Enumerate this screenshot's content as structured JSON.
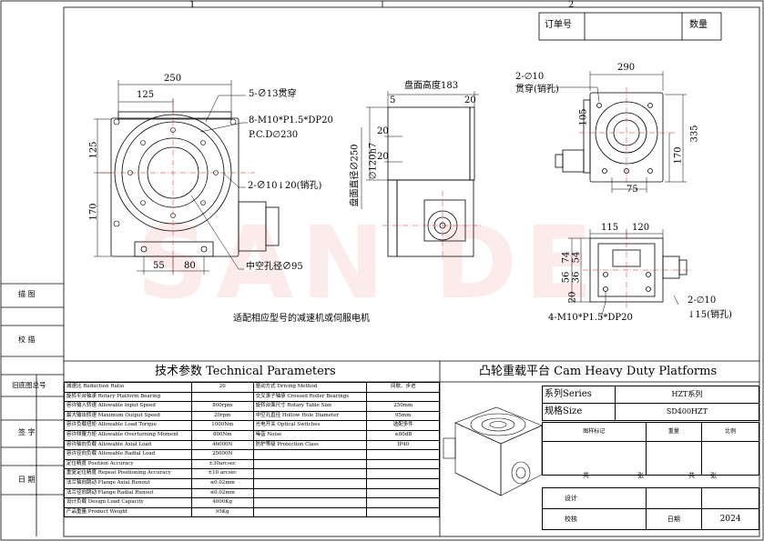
{
  "sheet": {
    "col_marks": [
      "1",
      "2"
    ],
    "order_label": "订单号",
    "qty_label": "数量"
  },
  "left_strip": [
    "描 图",
    "校 描",
    "旧底图总号",
    "签 字",
    "日 期"
  ],
  "watermark": "SAN DE",
  "front_view": {
    "dims": [
      "250",
      "125",
      "125",
      "170",
      "55",
      "80"
    ],
    "notes": [
      "5-∅13贯穿",
      "8-M10*P1.5*DP20",
      "P.C.D∅230",
      "2-∅10↓20(销孔)",
      "中空孔径∅95"
    ]
  },
  "side_view": {
    "dims": [
      "盘面高度183",
      "5",
      "20",
      "20",
      "20",
      "盘面直径∅250",
      "∅120h7"
    ]
  },
  "top_view": {
    "dims": [
      "290",
      "2-∅10",
      "贯穿(销孔)",
      "105",
      "335",
      "170",
      "75"
    ]
  },
  "bottom_view": {
    "dims": [
      "115",
      "120",
      "56",
      "74",
      "36",
      "54",
      "20",
      "4-M10*P1.5*DP20",
      "2-∅10",
      "↓15(销孔)"
    ]
  },
  "adapter_note": "适配相应型号的减速机或伺服电机",
  "tech": {
    "title": "技术参数  Technical Parameters",
    "rows": [
      [
        "减速比  Reduction Ratio",
        "20",
        "驱动方式  Driving Method",
        "间歇、步进"
      ],
      [
        "旋转平台轴承  Rotary Platform Bearing",
        "",
        "交叉滚子轴承  Crossed Roller Bearings",
        ""
      ],
      [
        "容许输入转速  Allowable Input Speed",
        "800rpm",
        "旋转台面尺寸  Rotary Table Size",
        "250mm"
      ],
      [
        "最大输出转速  Maximum Output Speed",
        "20rpm",
        "中空孔直径  Hollow Hole Diameter",
        "95mm"
      ],
      [
        "容许负载扭矩  Allowable Load Torque",
        "1000Nm",
        "光电开关  Optical Switches",
        "选配多件"
      ],
      [
        "容许倾覆力矩  Allowable Overturning Moment",
        "800Nm",
        "噪音  Noise",
        "≤80dB"
      ],
      [
        "容许轴向负载  Allowable Axial Load",
        "46000N",
        "防护等级  Protection Class",
        "IP40"
      ],
      [
        "容许径向负载  Allowable Radial Load",
        "25000N",
        "",
        ""
      ],
      [
        "定位精度  Position Accuracy",
        "±30arcsec",
        "",
        ""
      ],
      [
        "重复定位精度  Repeat Positioning Accuracy",
        "±10 arcsec",
        "",
        ""
      ],
      [
        "法兰轴向跳动  Flange Axial Runout",
        "≤0.02mm",
        "",
        ""
      ],
      [
        "法兰径向跳动  Flange Radial Runout",
        "≤0.02mm",
        "",
        ""
      ],
      [
        "设计负载  Design Load Capacity",
        "4000Kg",
        "",
        ""
      ],
      [
        "产品重量  Product Weight",
        "95Kg",
        "",
        ""
      ]
    ]
  },
  "title_block": {
    "title": "凸轮重载平台 Cam Heavy Duty Platforms",
    "series_label": "系列Series",
    "series_value": "HZT系列",
    "spec_label": "规格Size",
    "spec_value": "SD400HZT",
    "mark_label": "图样标记",
    "weight_label": "重量",
    "scale_label": "比例",
    "total_label": "共",
    "total_unit": "张",
    "sheet_label": "共",
    "sheet_unit": "张",
    "design_label": "设计",
    "check_label": "校核",
    "date_label": "日期",
    "date_value": "2024"
  }
}
